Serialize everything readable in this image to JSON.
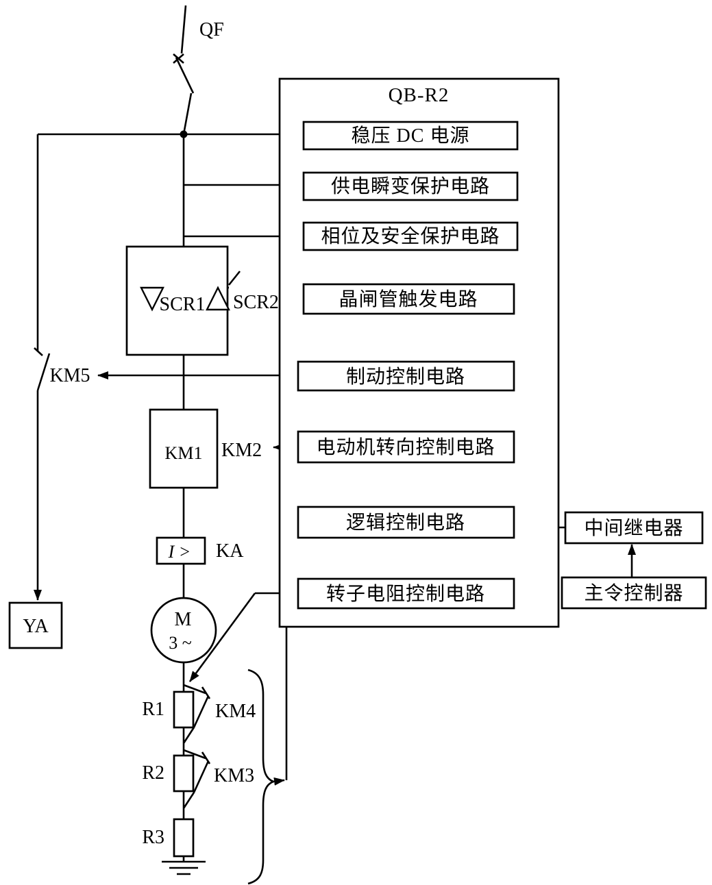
{
  "title": "QB-R2",
  "colors": {
    "ink": "#000000",
    "background": "#ffffff"
  },
  "modules": {
    "dc_power": "稳压 DC 电源",
    "transient_protection": "供电瞬变保护电路",
    "phase_safety": "相位及安全保护电路",
    "scr_trigger": "晶闸管触发电路",
    "brake_control": "制动控制电路",
    "motor_direction": "电动机转向控制电路",
    "logic_control": "逻辑控制电路",
    "rotor_resistance": "转子电阻控制电路"
  },
  "external": {
    "intermediate_relay": "中间继电器",
    "master_controller": "主令控制器"
  },
  "labels": {
    "qf": "QF",
    "scr1": "SCR1",
    "scr2": "SCR2",
    "km5": "KM5",
    "km1": "KM1",
    "km2": "KM2",
    "overcurrent": "I >",
    "ka": "KA",
    "motor": "M",
    "motor_phases": "3 ~",
    "ya": "YA",
    "r1": "R1",
    "km4": "KM4",
    "r2": "R2",
    "km3": "KM3",
    "r3": "R3"
  }
}
